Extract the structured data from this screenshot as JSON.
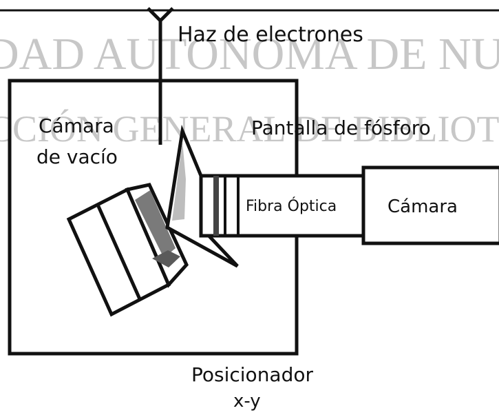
{
  "watermark": {
    "line1": "DAD AUTONOMA DE NUEV",
    "line2": "CCIÓN GENERAL DE BIBLIOTE"
  },
  "labels": {
    "electron_beam": "Haz de electrones",
    "vacuum_chamber_line1": "Cámara",
    "vacuum_chamber_line2": "de vacío",
    "phosphor_screen": "Pantalla de fósforo",
    "optical_fiber": "Fibra Óptica",
    "camera": "Cámara",
    "positioner_line1": "Posicionador",
    "positioner_line2": "x-y"
  },
  "colors": {
    "ink": "#111111",
    "watermark": "#c7c7c7"
  }
}
